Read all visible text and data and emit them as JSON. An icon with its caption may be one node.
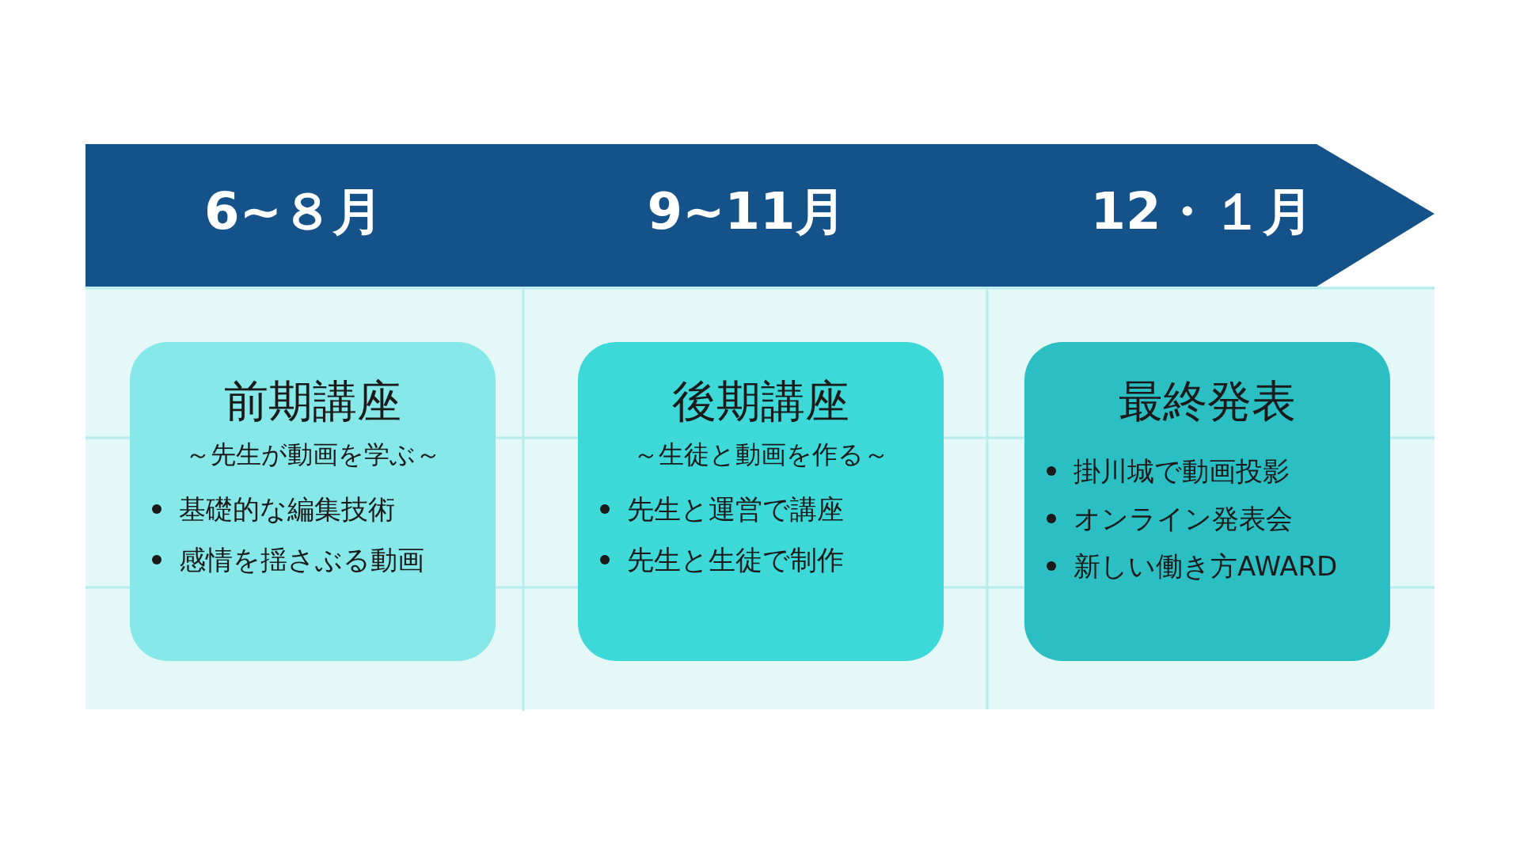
{
  "diagram": {
    "nodes": [
      {
        "text": [
          "6~８月",
          "9~11月",
          "12・１月"
        ]
      },
      {
        "text": [
          "前期講座",
          "～先生が動画を学ぶ～",
          "基礎的な編集技術",
          "感情を揺さぶる動画"
        ]
      },
      {
        "text": [
          "後期講座",
          "～生徒と動画を作る～",
          "先生と運営で講座",
          "先生と生徒で制作"
        ]
      },
      {
        "text": [
          "最終発表",
          "掛川城で動画投影",
          "オンライン発表会",
          "新しい働き方AWARD"
        ]
      }
    ]
  }
}
